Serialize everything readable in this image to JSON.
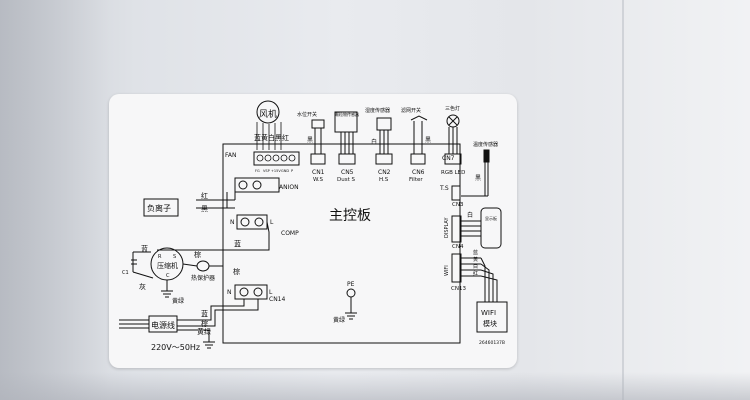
{
  "diagram": {
    "main_board": "主控板",
    "fan": {
      "title": "风机",
      "colors": [
        "蓝",
        "黄",
        "白",
        "黑",
        "红"
      ],
      "label": "FAN",
      "pins": [
        "FG",
        "VSP",
        "+15V",
        "GND",
        "P"
      ]
    },
    "anion": {
      "wire_colors": [
        "红",
        "黑"
      ],
      "label": "ANION",
      "device": "负离子"
    },
    "comp": {
      "pins": [
        "N",
        "L"
      ],
      "label": "COMP",
      "wire": "蓝"
    },
    "compressor": {
      "name": "压缩机",
      "wire_blue": "蓝",
      "wire_brown": "棕",
      "wire_gray": "灰",
      "terminals": [
        "R",
        "S",
        "C"
      ],
      "c_label": "C1",
      "ground": "黄绿",
      "protector": "热保护器",
      "protector_wire": "棕"
    },
    "cn14": {
      "pins": [
        "N",
        "L"
      ],
      "label": "CN14"
    },
    "power": {
      "name": "电源线",
      "wires": [
        "蓝",
        "棕",
        "黄绿"
      ],
      "spec": "220V～50Hz"
    },
    "pe": {
      "label": "PE",
      "ground": "黄绿"
    },
    "connectors": [
      {
        "top": "水位开关",
        "wire": "黑",
        "name": "CN1",
        "sub": "W.S"
      },
      {
        "top": "颗粒物传感器",
        "wire": "",
        "name": "CN5",
        "sub": "Dust S"
      },
      {
        "top": "湿度传感器",
        "wire": "白",
        "name": "CN2",
        "sub": "H.S"
      },
      {
        "top": "滤网开关",
        "wire": "黑",
        "name": "CN6",
        "sub": "Filter"
      },
      {
        "top": "三色灯",
        "wire": "",
        "name": "CN7",
        "sub": "RGB LED"
      }
    ],
    "temp_sensor": {
      "title": "温度传感器",
      "wire": "黑",
      "label": "T.S",
      "connector": "CN3"
    },
    "display": {
      "label": "DISPLAY",
      "connector": "CN4",
      "wire": "白",
      "board": "显示板"
    },
    "wifi": {
      "label": "WIFI",
      "connector": "CN13",
      "wires": [
        "蓝",
        "黄",
        "白",
        "红"
      ],
      "module": "WIFI\n模块",
      "module_line1": "WIFI",
      "module_line2": "模块"
    },
    "code": "26460137B"
  }
}
